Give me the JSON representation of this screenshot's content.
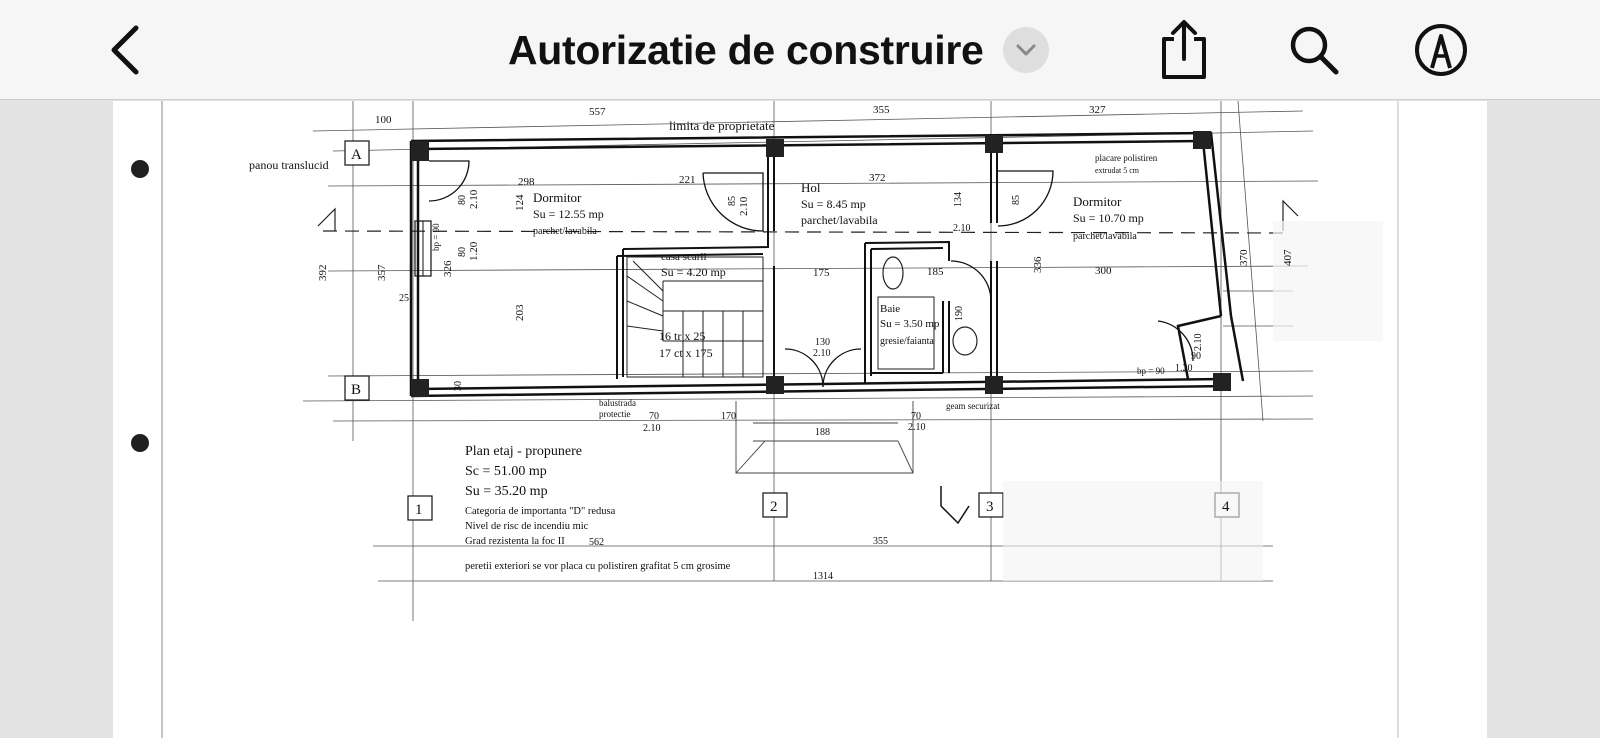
{
  "header": {
    "title": "Autorizatie de construire"
  },
  "icons": {
    "back": "chevron-left-icon",
    "title_menu": "chevron-down-icon",
    "share": "share-icon",
    "search": "search-icon",
    "markup": "markup-pen-icon"
  },
  "colors": {
    "toolbar_bg": "#f6f6f6",
    "viewer_bg": "#e3e3e3",
    "page_bg": "#ffffff",
    "ink": "#111111"
  },
  "drawing": {
    "dims_top": [
      "100",
      "557",
      "355",
      "327"
    ],
    "property_line_label": "limita de proprietate",
    "panou_label": "panou translucid",
    "axis_labels": [
      "A",
      "B",
      "1",
      "2",
      "3",
      "4"
    ],
    "rooms": {
      "dormitor1": {
        "name": "Dormitor",
        "area": "Su = 12.55 mp",
        "floor": "parchet/lavabila"
      },
      "hol": {
        "name": "Hol",
        "area": "Su = 8.45 mp",
        "floor": "parchet/lavabila"
      },
      "dormitor2": {
        "name": "Dormitor",
        "area": "Su = 10.70 mp",
        "floor": "parchet/lavabila"
      },
      "casa_scarii": {
        "name": "casa scarii",
        "area": "Su = 4.20 mp"
      },
      "baie": {
        "name": "Baie",
        "area": "Su = 3.50 mp",
        "floor": "gresie/faianta"
      }
    },
    "stairs": {
      "line1": "16 tr x 25",
      "line2": "17 ct x 175"
    },
    "insulation_note": {
      "line1": "placare polistiren",
      "line2": "extrudat 5 cm"
    },
    "labels": {
      "balustrada": "balustrada",
      "protectie": "protectie",
      "geam": "geam securizat",
      "bp90_left": "bp = 90",
      "bp90_right": "bp = 90"
    },
    "dims_misc": {
      "d298": "298",
      "d221": "221",
      "d372": "372",
      "d392": "392",
      "d357": "357",
      "d326": "326",
      "d203": "203",
      "d124": "124",
      "d175": "175",
      "d185": "185",
      "d336": "336",
      "d300": "300",
      "d370": "370",
      "d407": "407",
      "d190": "190",
      "d130": "130",
      "d188": "188",
      "d170": "170",
      "d70a": "70",
      "d70b": "70",
      "d210a": "2.10",
      "d210b": "2.10",
      "d210c": "2.10",
      "d210d": "2.10",
      "d210e": "2.10",
      "d210f": "2.10",
      "d210g": "2.10",
      "d120a": "1.20",
      "d120b": "1.20",
      "d85a": "85",
      "d85b": "85",
      "d80a": "80",
      "d80b": "80",
      "d25": "25",
      "d30": "30",
      "d90": "90",
      "d134": "134"
    },
    "plan_info": {
      "title": "Plan etaj - propunere",
      "sc": "Sc = 51.00 mp",
      "su": "Su = 35.20 mp",
      "cat": "Categoria de importanta \"D\" redusa",
      "risk": "Nivel de risc de incendiu mic",
      "fire": "Grad rezistenta la foc II",
      "note": "peretii exteriori se vor placa cu polistiren grafitat 5 cm grosime"
    },
    "dims_bottom": [
      "562",
      "355",
      "1314"
    ]
  }
}
